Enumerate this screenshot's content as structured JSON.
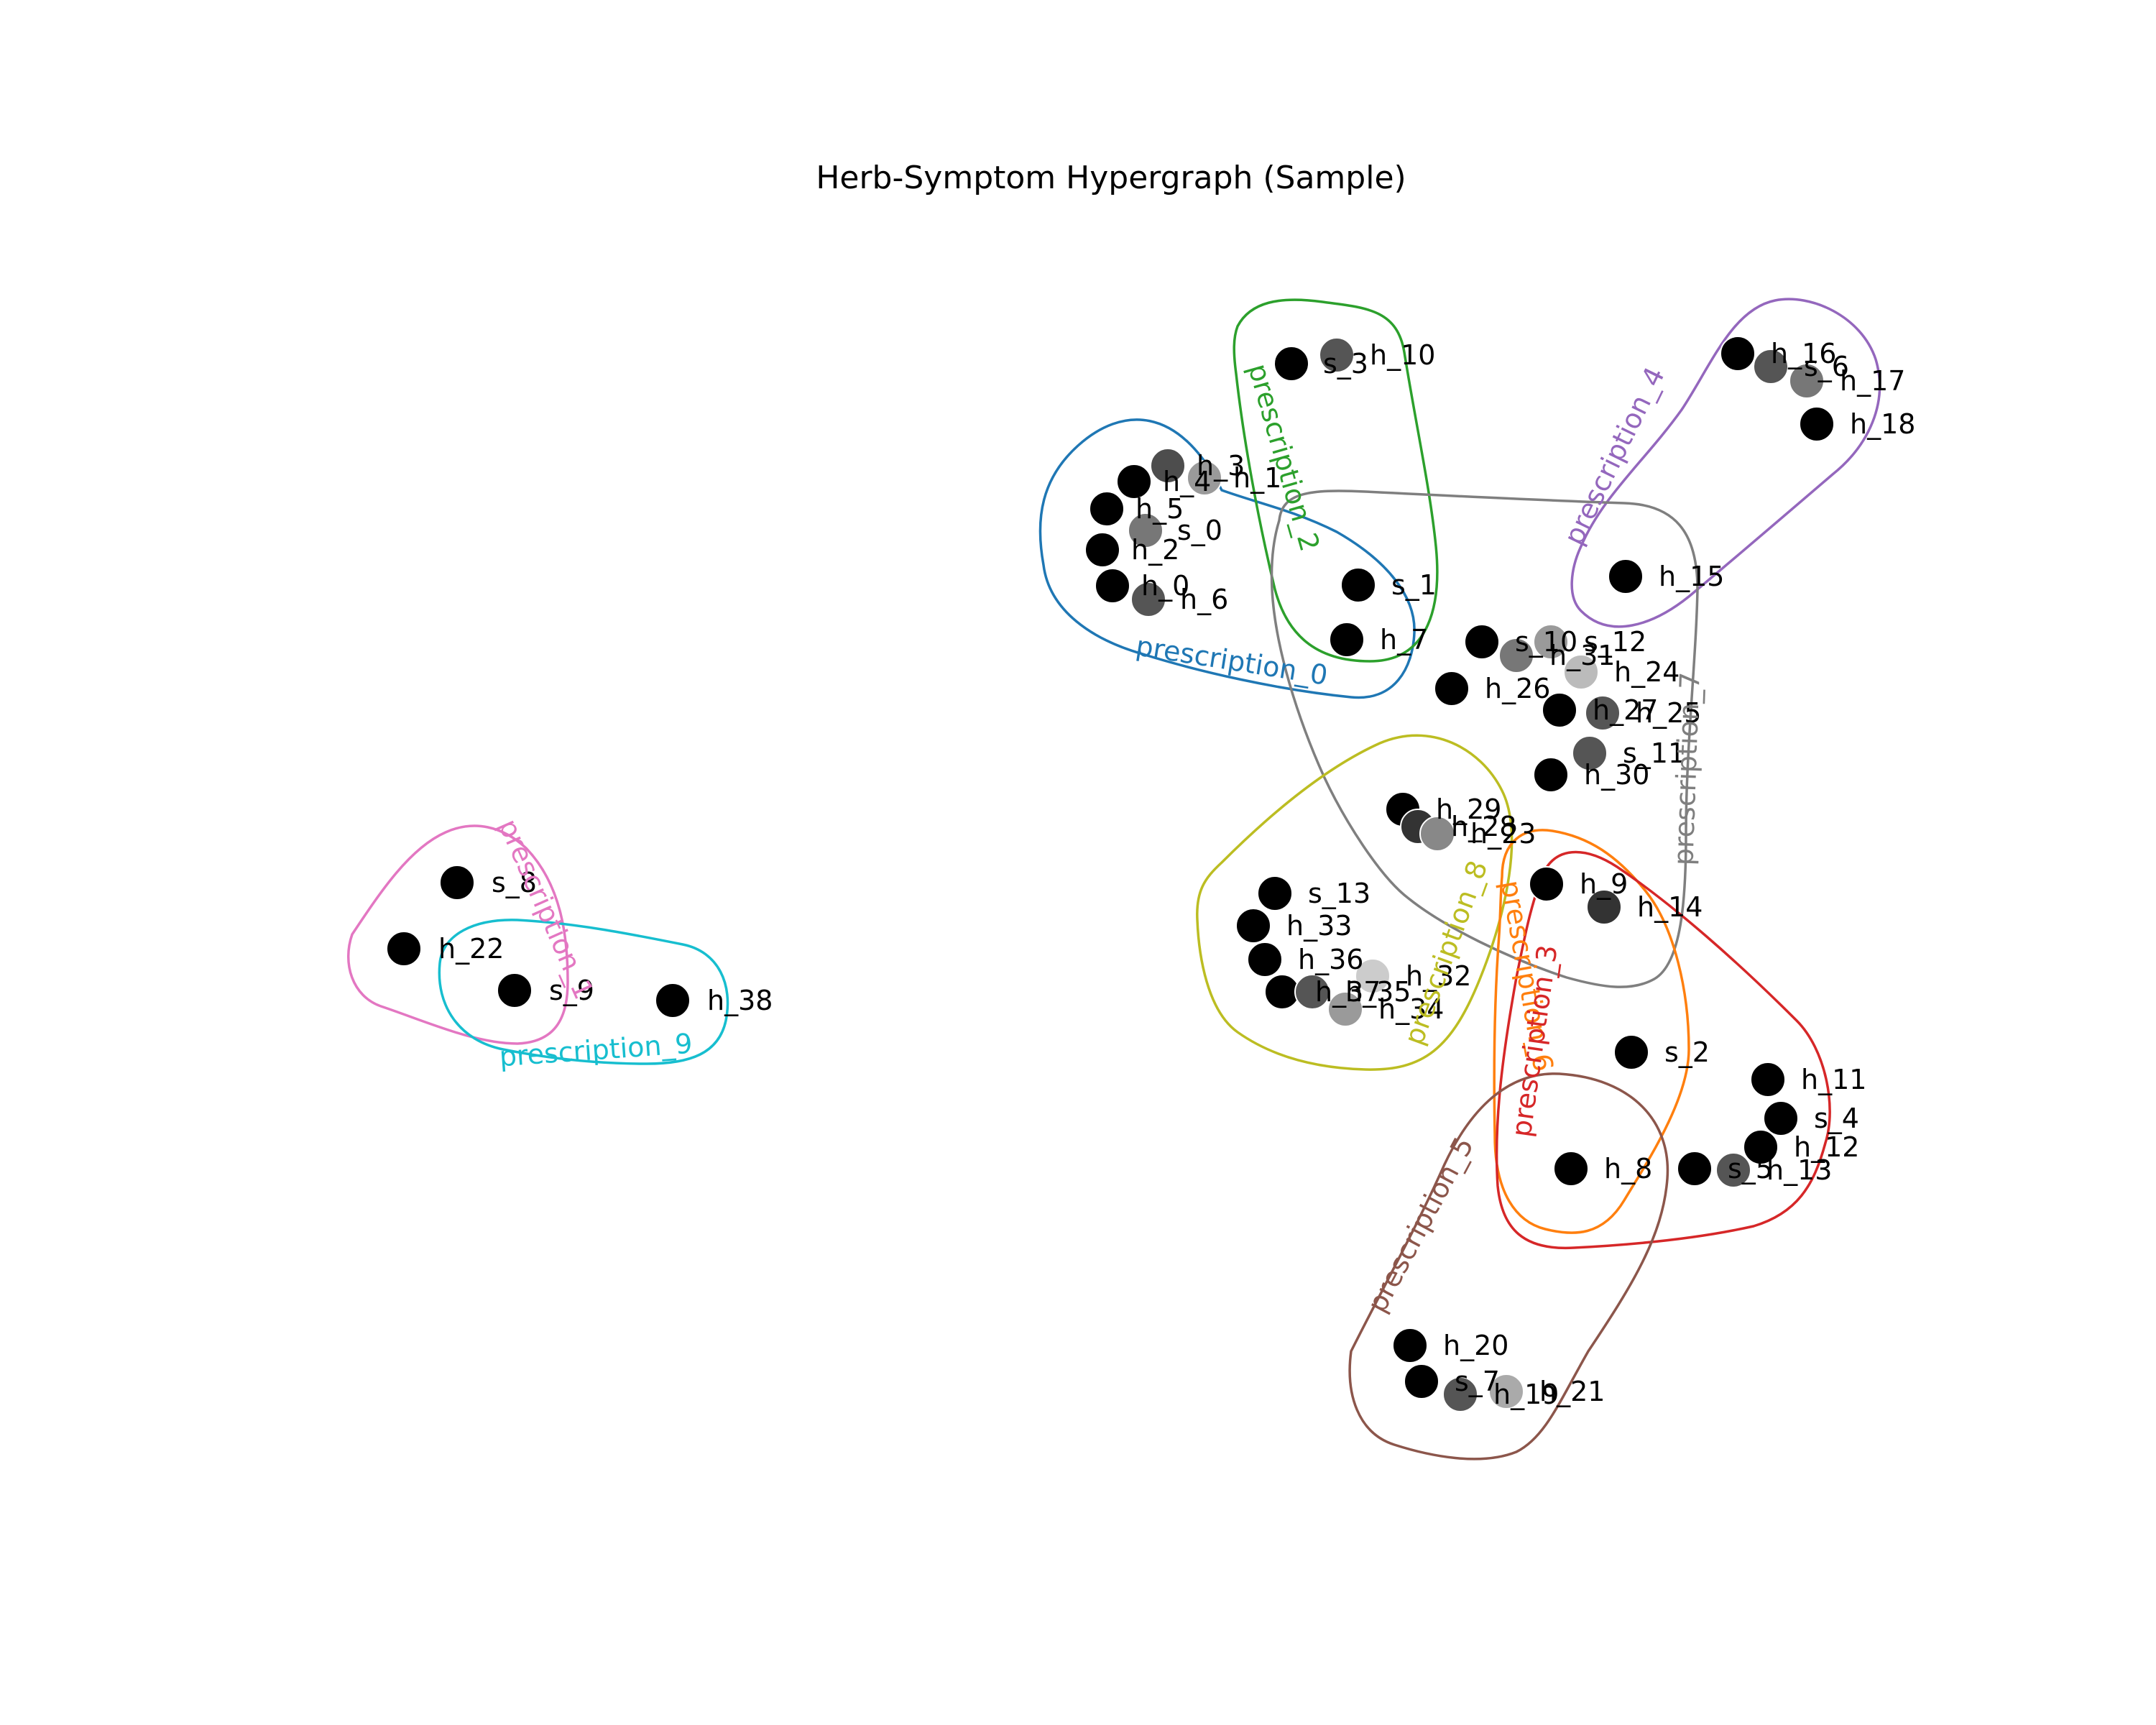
{
  "title": "Herb-Symptom Hypergraph (Sample)",
  "edges": [
    {
      "id": "e0",
      "label": "prescription_0",
      "color": "#1f77b4"
    },
    {
      "id": "e2",
      "label": "prescription_2",
      "color": "#2ca02c"
    },
    {
      "id": "e4",
      "label": "prescription_4",
      "color": "#9467bd"
    },
    {
      "id": "e7",
      "label": "prescription_7",
      "color": "#7f7f7f"
    },
    {
      "id": "e8",
      "label": "prescription_8",
      "color": "#bcbd22"
    },
    {
      "id": "e6",
      "label": "prescription_6",
      "color": "#ff7f0e"
    },
    {
      "id": "e3",
      "label": "prescription_3",
      "color": "#d62728"
    },
    {
      "id": "e5",
      "label": "prescription_5",
      "color": "#8c564b"
    },
    {
      "id": "e1",
      "label": "prescription_1",
      "color": "#e377c2"
    },
    {
      "id": "e9",
      "label": "prescription_9",
      "color": "#17becf"
    }
  ],
  "nodes": [
    {
      "id": "h_3",
      "label": "h_3",
      "shade": "#4d4d4d"
    },
    {
      "id": "h_4",
      "label": "h_4",
      "shade": "#000000"
    },
    {
      "id": "h_1",
      "label": "h_1",
      "shade": "#9a9a9a"
    },
    {
      "id": "h_5",
      "label": "h_5",
      "shade": "#000000"
    },
    {
      "id": "s_0",
      "label": "s_0",
      "shade": "#777777"
    },
    {
      "id": "h_2",
      "label": "h_2",
      "shade": "#000000"
    },
    {
      "id": "h_0",
      "label": "h_0",
      "shade": "#000000"
    },
    {
      "id": "h_6",
      "label": "h_6",
      "shade": "#555555"
    },
    {
      "id": "s_3",
      "label": "s_3",
      "shade": "#000000"
    },
    {
      "id": "h_10",
      "label": "h_10",
      "shade": "#555555"
    },
    {
      "id": "s_1",
      "label": "s_1",
      "shade": "#000000"
    },
    {
      "id": "h_7",
      "label": "h_7",
      "shade": "#000000"
    },
    {
      "id": "h_16",
      "label": "h_16",
      "shade": "#000000"
    },
    {
      "id": "s_6",
      "label": "s_6",
      "shade": "#555555"
    },
    {
      "id": "h_17",
      "label": "h_17",
      "shade": "#777777"
    },
    {
      "id": "h_18",
      "label": "h_18",
      "shade": "#000000"
    },
    {
      "id": "h_15",
      "label": "h_15",
      "shade": "#000000"
    },
    {
      "id": "s_10",
      "label": "s_10",
      "shade": "#000000"
    },
    {
      "id": "h_31",
      "label": "h_31",
      "shade": "#777777"
    },
    {
      "id": "s_12",
      "label": "s_12",
      "shade": "#9a9a9a"
    },
    {
      "id": "h_24",
      "label": "h_24",
      "shade": "#bbbbbb"
    },
    {
      "id": "h_26",
      "label": "h_26",
      "shade": "#000000"
    },
    {
      "id": "h_27",
      "label": "h_27",
      "shade": "#000000"
    },
    {
      "id": "h_25",
      "label": "h_25",
      "shade": "#555555"
    },
    {
      "id": "s_11",
      "label": "s_11",
      "shade": "#555555"
    },
    {
      "id": "h_30",
      "label": "h_30",
      "shade": "#000000"
    },
    {
      "id": "h_29",
      "label": "h_29",
      "shade": "#000000"
    },
    {
      "id": "h_28",
      "label": "h_28",
      "shade": "#333333"
    },
    {
      "id": "h_23",
      "label": "h_23",
      "shade": "#888888"
    },
    {
      "id": "s_13",
      "label": "s_13",
      "shade": "#000000"
    },
    {
      "id": "h_33",
      "label": "h_33",
      "shade": "#000000"
    },
    {
      "id": "h_36",
      "label": "h_36",
      "shade": "#000000"
    },
    {
      "id": "h_37",
      "label": "h_37",
      "shade": "#000000"
    },
    {
      "id": "h_35",
      "label": "h_35",
      "shade": "#555555"
    },
    {
      "id": "h_32",
      "label": "h_32",
      "shade": "#cccccc"
    },
    {
      "id": "h_34",
      "label": "h_34",
      "shade": "#9a9a9a"
    },
    {
      "id": "h_9",
      "label": "h_9",
      "shade": "#000000"
    },
    {
      "id": "h_14",
      "label": "h_14",
      "shade": "#333333"
    },
    {
      "id": "s_2",
      "label": "s_2",
      "shade": "#000000"
    },
    {
      "id": "h_11",
      "label": "h_11",
      "shade": "#000000"
    },
    {
      "id": "s_4",
      "label": "s_4",
      "shade": "#000000"
    },
    {
      "id": "h_12",
      "label": "h_12",
      "shade": "#000000"
    },
    {
      "id": "h_8",
      "label": "h_8",
      "shade": "#000000"
    },
    {
      "id": "s_5",
      "label": "s_5",
      "shade": "#000000"
    },
    {
      "id": "h_13",
      "label": "h_13",
      "shade": "#555555"
    },
    {
      "id": "h_20",
      "label": "h_20",
      "shade": "#000000"
    },
    {
      "id": "s_7",
      "label": "s_7",
      "shade": "#000000"
    },
    {
      "id": "h_19",
      "label": "h_19",
      "shade": "#555555"
    },
    {
      "id": "h_21",
      "label": "h_21",
      "shade": "#aaaaaa"
    },
    {
      "id": "s_8",
      "label": "s_8",
      "shade": "#000000"
    },
    {
      "id": "h_22",
      "label": "h_22",
      "shade": "#000000"
    },
    {
      "id": "s_9",
      "label": "s_9",
      "shade": "#000000"
    },
    {
      "id": "h_38",
      "label": "h_38",
      "shade": "#000000"
    }
  ]
}
